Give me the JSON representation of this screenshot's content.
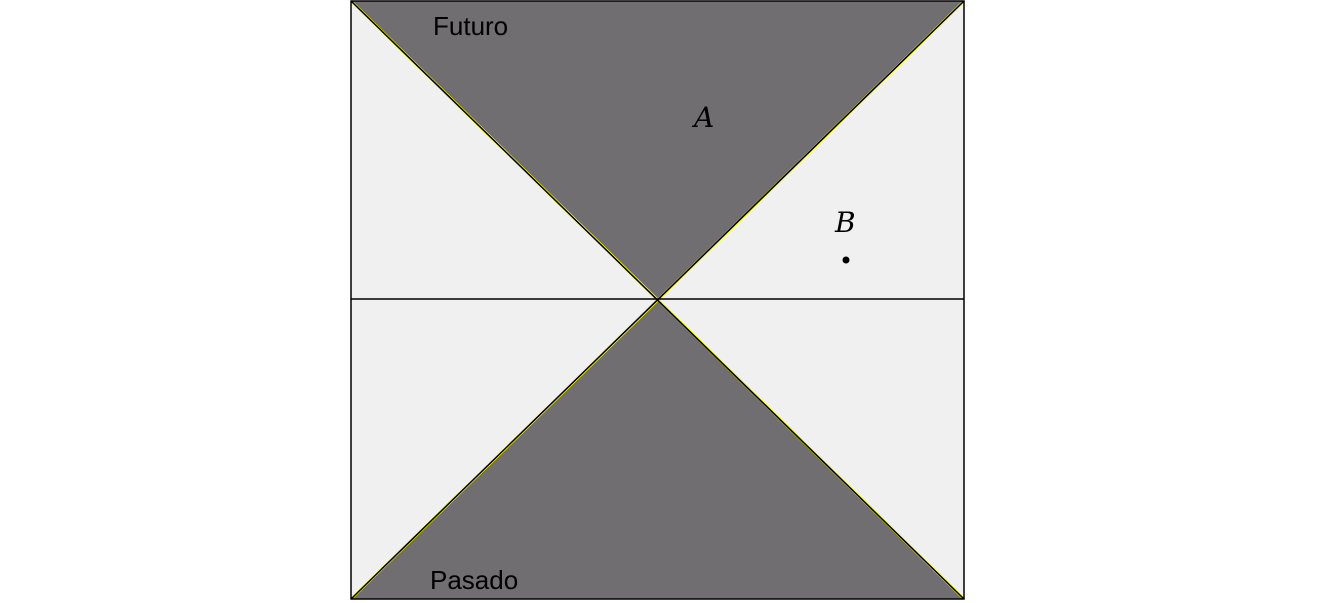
{
  "labels": {
    "future": "Futuro",
    "past": "Pasado",
    "point_a": "A",
    "point_b": "B"
  },
  "colors": {
    "cone_fill": "#706e70",
    "outside_fill": "#f0f0f0",
    "border": "#000000",
    "cone_edge_highlight": "#ffff00",
    "background": "#ffffff"
  }
}
